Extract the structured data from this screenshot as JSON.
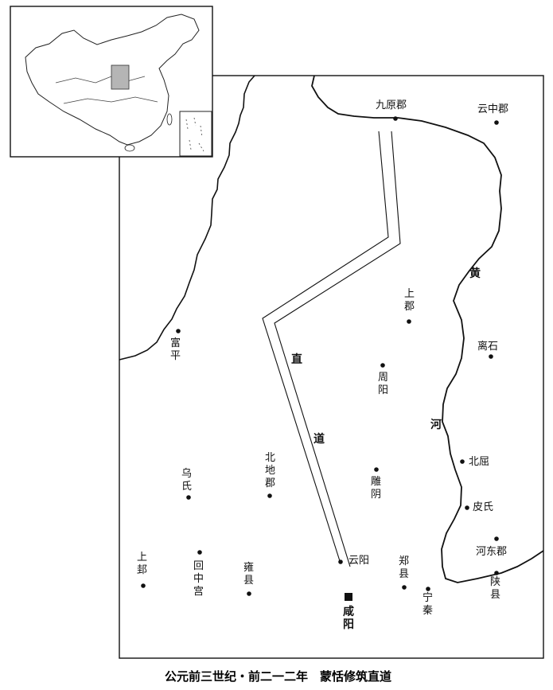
{
  "caption": "公元前三世纪・前二一二年　蒙恬修筑直道",
  "road_label": "直道",
  "river_label": "黄河",
  "capital": "咸阳",
  "places": [
    {
      "id": "jiuyuan",
      "name": "九原郡"
    },
    {
      "id": "yunzhong",
      "name": "云中郡"
    },
    {
      "id": "shangjun",
      "name": "上郡"
    },
    {
      "id": "fuping",
      "name": "富平"
    },
    {
      "id": "lishi",
      "name": "离石"
    },
    {
      "id": "zhouyang",
      "name": "周阳"
    },
    {
      "id": "beiqu",
      "name": "北屈"
    },
    {
      "id": "wushi",
      "name": "乌氏"
    },
    {
      "id": "beidi",
      "name": "北地郡"
    },
    {
      "id": "diaoyin",
      "name": "雕阴"
    },
    {
      "id": "pishi",
      "name": "皮氏"
    },
    {
      "id": "hedong",
      "name": "河东郡"
    },
    {
      "id": "shanggui",
      "name": "上邽"
    },
    {
      "id": "huizhong",
      "name": "回中宫"
    },
    {
      "id": "yongxian",
      "name": "雍县"
    },
    {
      "id": "yunyang",
      "name": "云阳"
    },
    {
      "id": "zhengxian",
      "name": "郑县"
    },
    {
      "id": "ningqin",
      "name": "宁秦"
    },
    {
      "id": "shanxian",
      "name": "陕县"
    }
  ]
}
